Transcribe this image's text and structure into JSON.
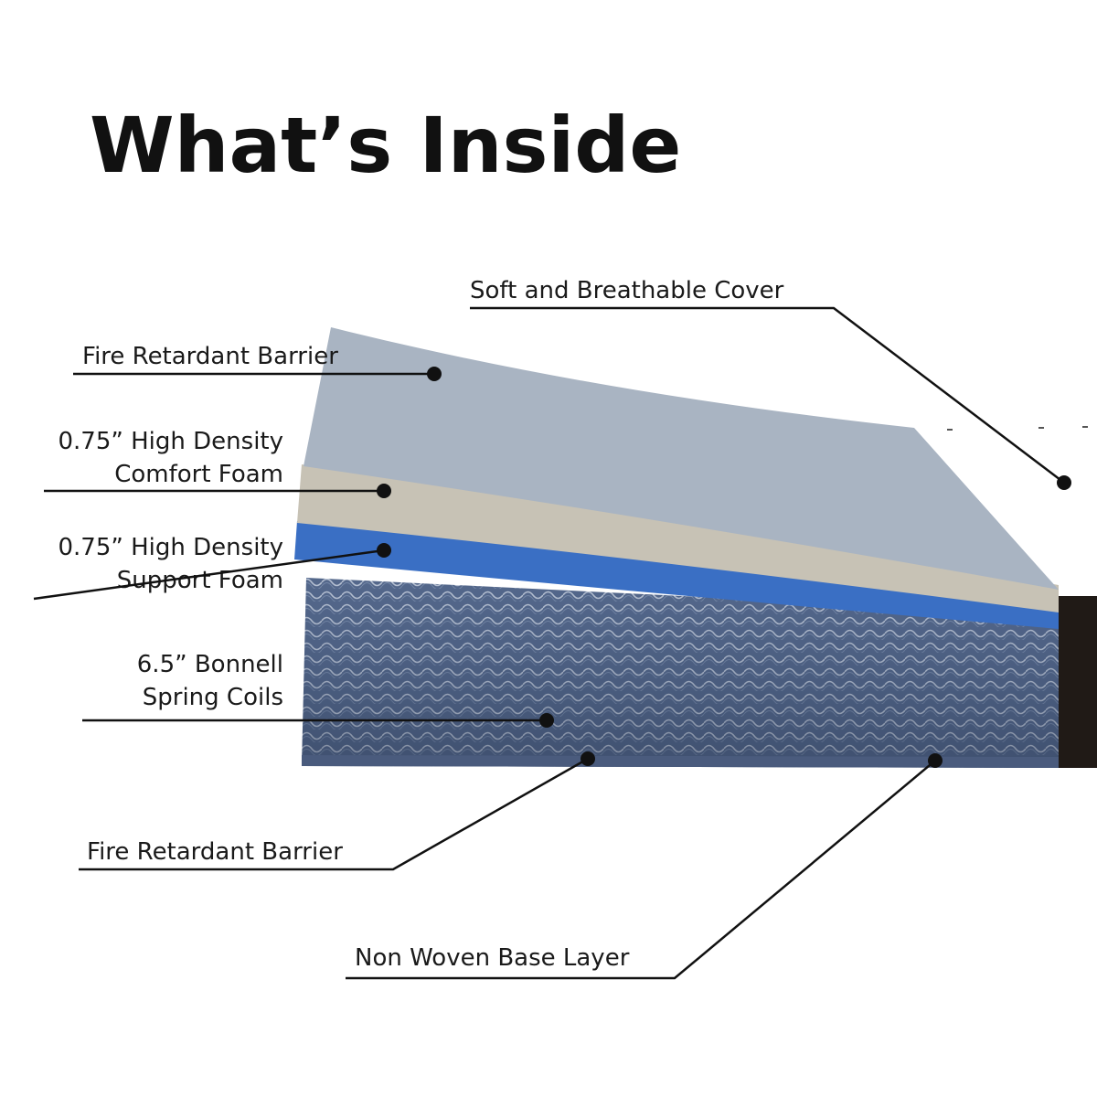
{
  "title": "What’s Inside",
  "colors": {
    "cover": "#a9b4c2",
    "comfort_foam": "#c7c2b5",
    "support_foam": "#3a6fc4",
    "coils": "#5d7193",
    "side_band": "#201a16",
    "lines": "#111111"
  },
  "layers": [
    {
      "id": "soft-cover",
      "lines": [
        "Soft and Breathable Cover"
      ]
    },
    {
      "id": "fire-barrier-top",
      "lines": [
        "Fire Retardant Barrier"
      ]
    },
    {
      "id": "comfort-foam",
      "lines": [
        "0.75” High Density",
        "Comfort Foam"
      ]
    },
    {
      "id": "support-foam",
      "lines": [
        "0.75” High Density",
        "Support Foam"
      ]
    },
    {
      "id": "spring-coils",
      "lines": [
        "6.5” Bonnell",
        "Spring Coils"
      ]
    },
    {
      "id": "fire-barrier-bottom",
      "lines": [
        "Fire Retardant Barrier"
      ]
    },
    {
      "id": "base-layer",
      "lines": [
        "Non Woven Base Layer"
      ]
    }
  ]
}
